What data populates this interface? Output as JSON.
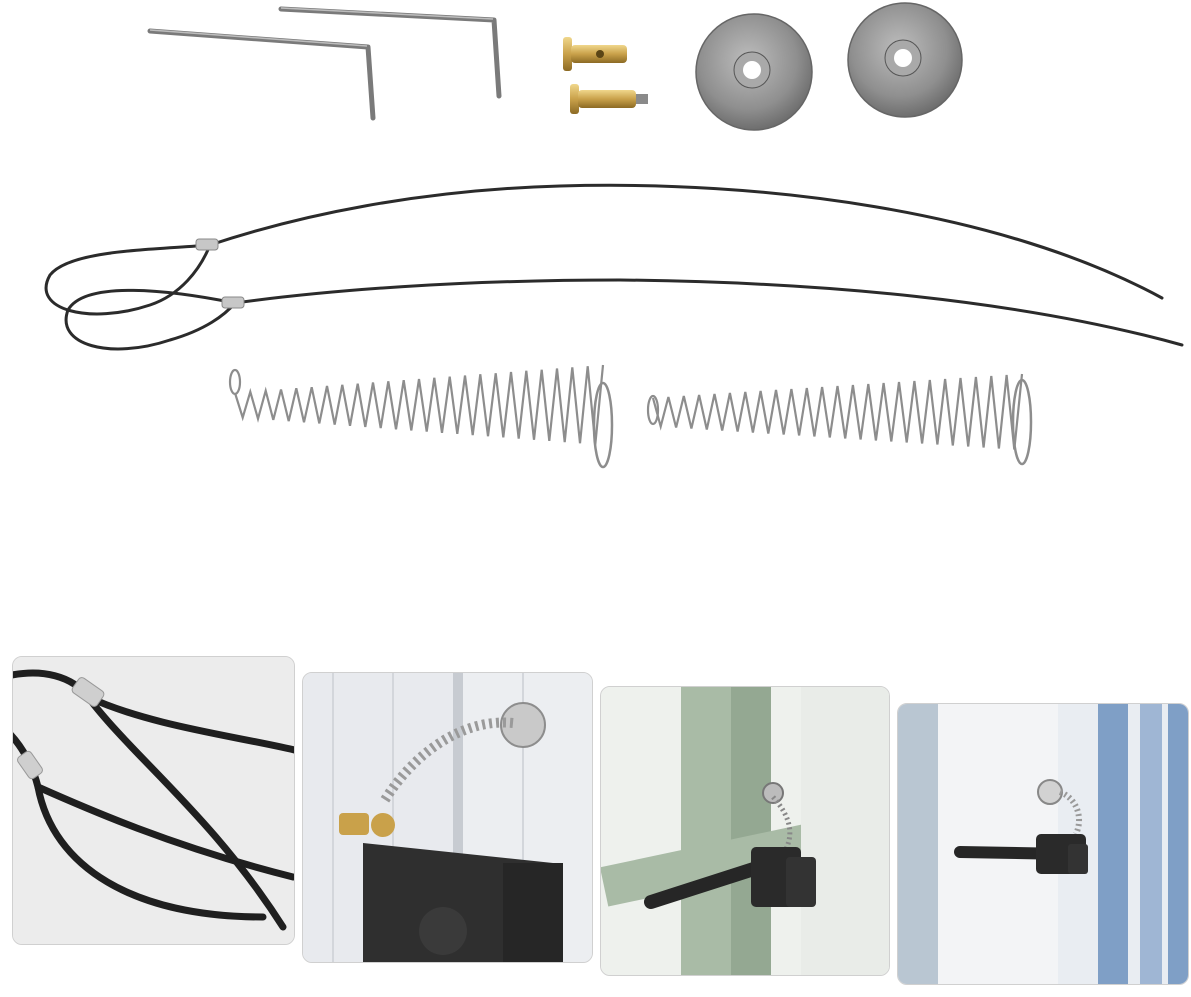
{
  "product_photo": {
    "parts": [
      "allen-wrench",
      "allen-wrench",
      "brass-pin",
      "brass-pin",
      "washer",
      "washer",
      "steel-cable",
      "spring",
      "spring"
    ]
  },
  "thumbnails": [
    {
      "subject": "cable-loop-closeup-icon"
    },
    {
      "subject": "latch-spring-on-white-door-icon"
    },
    {
      "subject": "latch-on-green-gate-icon"
    },
    {
      "subject": "latch-on-blue-striped-door-icon"
    }
  ],
  "colors": {
    "background": "#ffffff",
    "steel": "#8a8a8a",
    "brass": "#c9a14a",
    "cable": "#2b2b2b",
    "latch_black": "#2a2a2a",
    "gate_green": "#a9bba6",
    "door_blue": "#7f9fc6"
  }
}
